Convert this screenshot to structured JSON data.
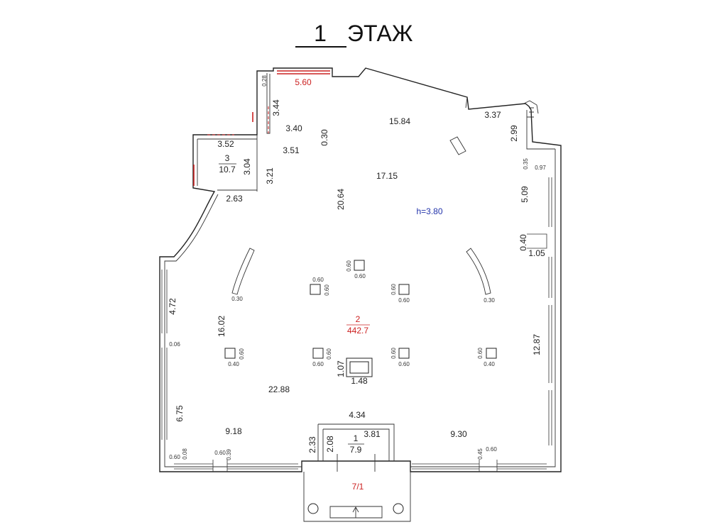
{
  "title": {
    "floor_number": "1",
    "floor_word": "ЭТАЖ"
  },
  "rooms": {
    "main": {
      "number": "2",
      "area": "442.7"
    },
    "small": {
      "number": "3",
      "area": "10.7"
    },
    "entry": {
      "number": "1",
      "area": "7.9"
    },
    "porch": {
      "label": "7/1"
    }
  },
  "ceiling_height": "h=3.80",
  "dimensions": {
    "d_560": "5.60",
    "d_028": "0.28",
    "d_344": "3.44",
    "d_1584": "15.84",
    "d_337": "3.37",
    "d_299": "2.99",
    "d_035": "0.35",
    "d_097": "0.97",
    "d_340": "3.40",
    "d_030": "0.30",
    "d_352": "3.52",
    "d_351": "3.51",
    "d_304": "3.04",
    "d_321": "3.21",
    "d_1715": "17.15",
    "d_263": "2.63",
    "d_2064": "20.64",
    "d_509": "5.09",
    "d_040": "0.40",
    "d_105": "1.05",
    "d_472": "4.72",
    "d_1602": "16.02",
    "d_006": "0.06",
    "d_1287": "12.87",
    "d_2288": "22.88",
    "d_107": "1.07",
    "d_148": "1.48",
    "d_434": "4.34",
    "d_381": "3.81",
    "d_675": "6.75",
    "d_918": "9.18",
    "d_930": "9.30",
    "d_233": "2.33",
    "d_208": "2.08",
    "d_arc_l": "0.30",
    "d_arc_r": "0.30",
    "d_060a": "0.60",
    "d_008": "0.08",
    "d_060b": "0.60",
    "d_039": "0.39",
    "d_045": "0.45",
    "d_060c": "0.60"
  },
  "columns": [
    {
      "a": "0.60",
      "b": "0.60"
    },
    {
      "a": "0.60",
      "b": "0.60"
    },
    {
      "a": "0.60",
      "b": "0.60"
    },
    {
      "a": "0.60",
      "b": "0.40"
    },
    {
      "a": "0.60",
      "b": "0.60"
    },
    {
      "a": "0.60",
      "b": "0.60"
    },
    {
      "a": "0.60",
      "b": "0.40"
    }
  ]
}
